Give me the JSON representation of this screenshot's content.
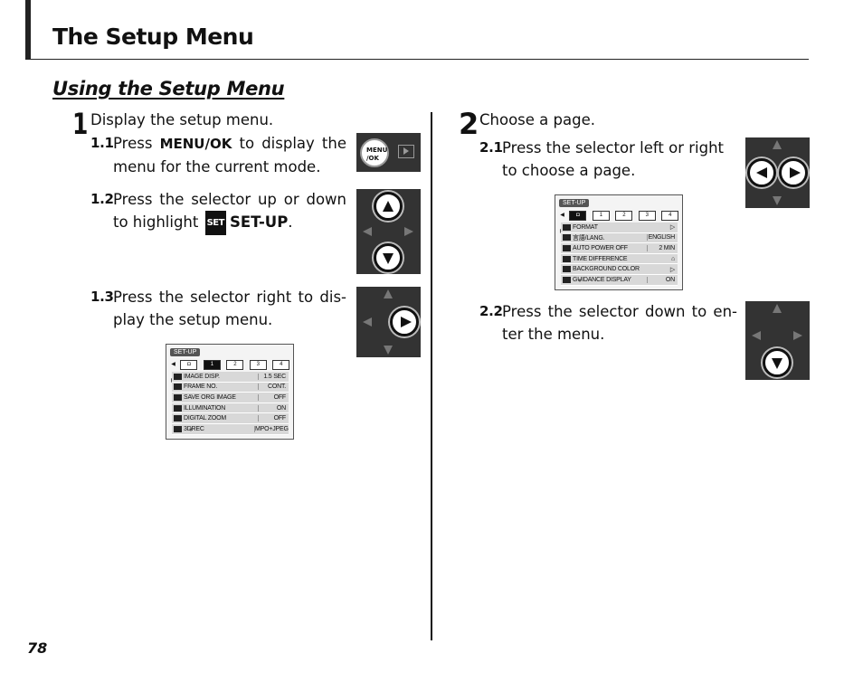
{
  "header": {
    "title": "The Setup Menu"
  },
  "section": {
    "title": "Using the Setup Menu"
  },
  "step1": {
    "number": "1",
    "heading": "Display the setup menu.",
    "sub1": {
      "num": "1.1",
      "pre": "Press ",
      "key": "MENU/OK",
      "post": " to display the menu for the current mode."
    },
    "sub2": {
      "num": "1.2",
      "pre": "Press the selector up or down to highlight ",
      "icon": "SET",
      "key": "SET-UP",
      "post": "."
    },
    "sub3": {
      "num": "1.3",
      "text": "Press the selector right to dis-play the setup menu."
    }
  },
  "step2": {
    "number": "2",
    "heading": "Choose a page.",
    "sub1": {
      "num": "2.1",
      "text": "Press the selector left or right to choose a page."
    },
    "sub2": {
      "num": "2.2",
      "text": "Press the selector down to en-ter the menu."
    }
  },
  "menu_button": {
    "line1": "MENU",
    "line2": "/OK"
  },
  "lcd1": {
    "tag": "SET-UP",
    "tabs": [
      "",
      "1",
      "2",
      "3",
      "4"
    ],
    "rows": [
      {
        "label": "IMAGE DISP.",
        "value": "1.5 SEC"
      },
      {
        "label": "FRAME NO.",
        "value": "CONT."
      },
      {
        "label": "SAVE ORG IMAGE",
        "value": "OFF"
      },
      {
        "label": "ILLUMINATION",
        "value": "ON"
      },
      {
        "label": "DIGITAL ZOOM",
        "value": "OFF"
      },
      {
        "label": "3DREC",
        "value": "MPO+JPEG"
      }
    ]
  },
  "lcd2": {
    "tag": "SET-UP",
    "tabs": [
      "",
      "1",
      "2",
      "3",
      "4"
    ],
    "rows": [
      {
        "label": "FORMAT",
        "value": "▷"
      },
      {
        "label": "言語/LANG.",
        "value": "ENGLISH"
      },
      {
        "label": "AUTO POWER OFF",
        "value": "2 MIN"
      },
      {
        "label": "TIME DIFFERENCE",
        "value": "⌂"
      },
      {
        "label": "BACKGROUND COLOR",
        "value": "▷"
      },
      {
        "label": "GUIDANCE DISPLAY",
        "value": "ON"
      }
    ]
  },
  "footer": {
    "page_number": "78"
  }
}
